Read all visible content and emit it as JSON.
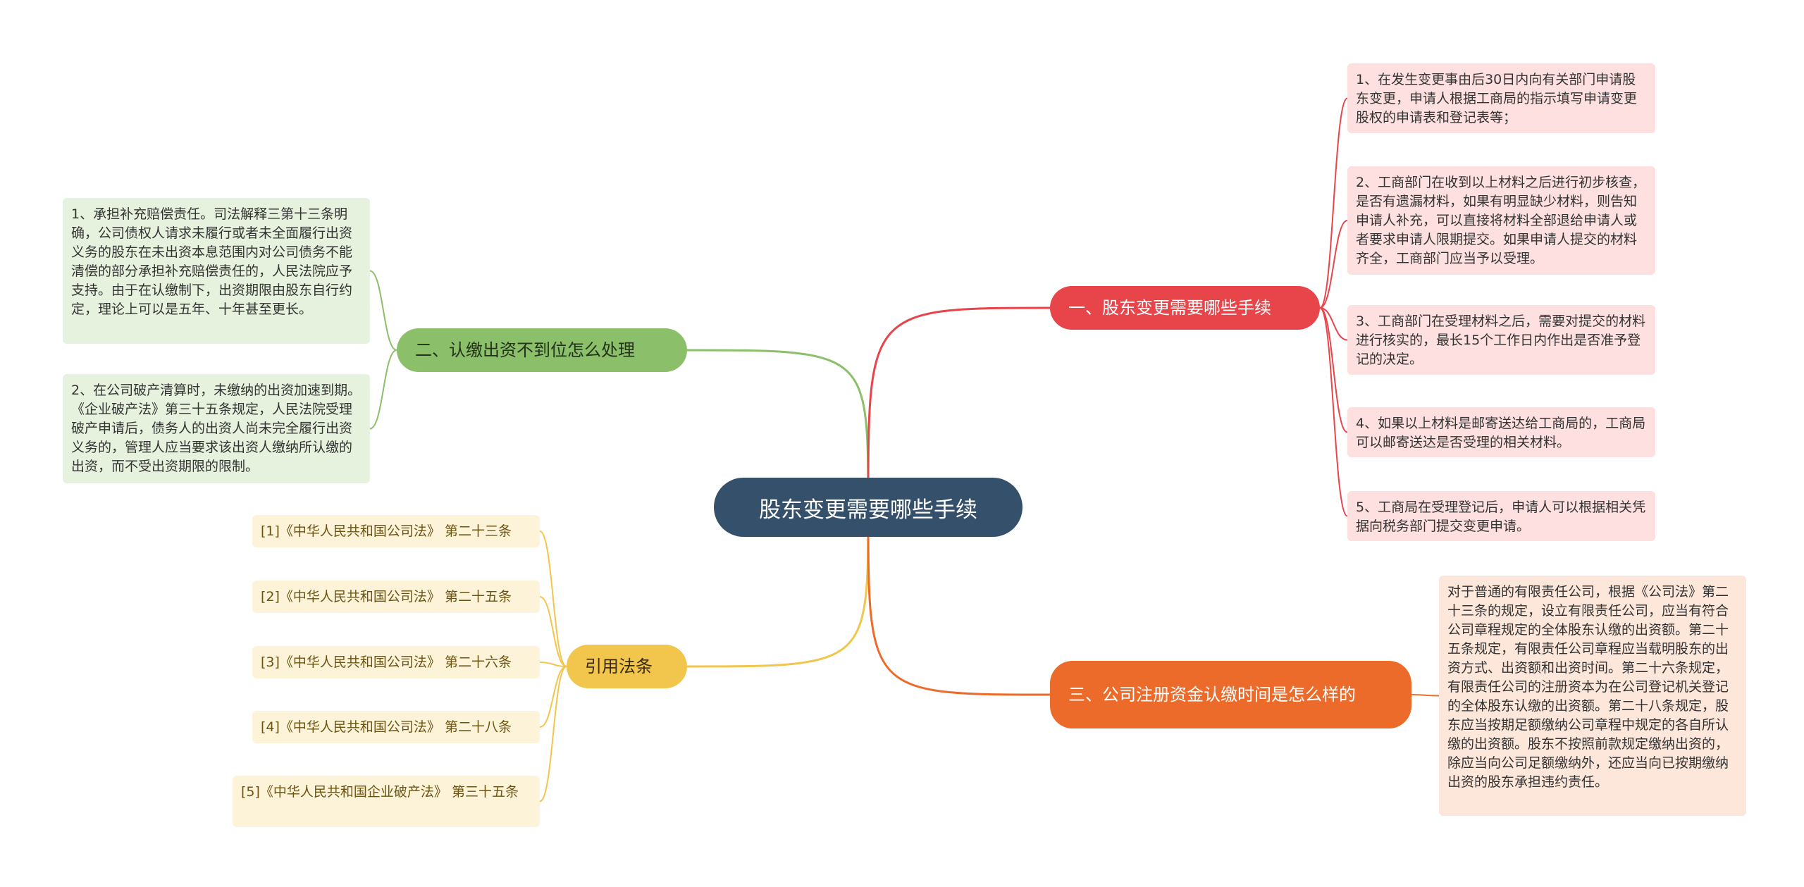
{
  "root": {
    "label": "股东变更需要哪些手续"
  },
  "branches": {
    "b1": {
      "label": "一、股东变更需要哪些手续",
      "items": [
        "1、在发生变更事由后30日内向有关部门申请股东变更，申请人根据工商局的指示填写申请变更股权的申请表和登记表等；",
        "2、工商部门在收到以上材料之后进行初步核查，是否有遗漏材料，如果有明显缺少材料，则告知申请人补充，可以直接将材料全部退给申请人或者要求申请人限期提交。如果申请人提交的材料齐全，工商部门应当予以受理。",
        "3、工商部门在受理材料之后，需要对提交的材料进行核实的，最长15个工作日内作出是否准予登记的决定。",
        "4、如果以上材料是邮寄送达给工商局的，工商局可以邮寄送达是否受理的相关材料。",
        "5、工商局在受理登记后，申请人可以根据相关凭据向税务部门提交变更申请。"
      ]
    },
    "b2": {
      "label": "二、认缴出资不到位怎么处理",
      "items": [
        "1、承担补充赔偿责任。司法解释三第十三条明确，公司债权人请求未履行或者未全面履行出资义务的股东在未出资本息范围内对公司债务不能清偿的部分承担补充赔偿责任的，人民法院应予支持。由于在认缴制下，出资期限由股东自行约定，理论上可以是五年、十年甚至更长。",
        "2、在公司破产清算时，未缴纳的出资加速到期。《企业破产法》第三十五条规定，人民法院受理破产申请后，债务人的出资人尚未完全履行出资义务的，管理人应当要求该出资人缴纳所认缴的出资，而不受出资期限的限制。"
      ]
    },
    "b3": {
      "label": "三、公司注册资金认缴时间是怎么样的",
      "items": [
        "对于普通的有限责任公司，根据《公司法》第二十三条的规定，设立有限责任公司，应当有符合公司章程规定的全体股东认缴的出资额。第二十五条规定，有限责任公司章程应当载明股东的出资方式、出资额和出资时间。第二十六条规定，有限责任公司的注册资本为在公司登记机关登记的全体股东认缴的出资额。第二十八条规定，股东应当按期足额缴纳公司章程中规定的各自所认缴的出资额。股东不按照前款规定缴纳出资的，除应当向公司足额缴纳外，还应当向已按期缴纳出资的股东承担违约责任。"
      ]
    },
    "b4": {
      "label": "引用法条",
      "items": [
        "[1]《中华人民共和国公司法》 第二十三条",
        "[2]《中华人民共和国公司法》 第二十五条",
        "[3]《中华人民共和国公司法》 第二十六条",
        "[4]《中华人民共和国公司法》 第二十八条",
        "[5]《中华人民共和国企业破产法》 第三十五条"
      ]
    }
  },
  "colors": {
    "root": "#35506a",
    "b1": "#e8454a",
    "b2": "#8cbf6a",
    "b3": "#ec6b2a",
    "b4": "#f2c54d"
  }
}
